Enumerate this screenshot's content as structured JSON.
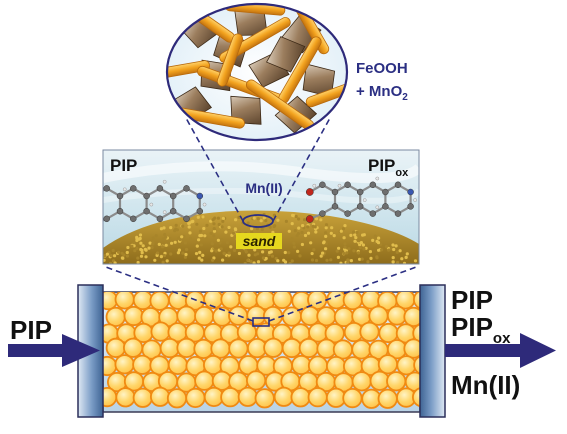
{
  "labels": {
    "inlet": "PIP",
    "outlet_1": "PIP",
    "outlet_2": "PIP",
    "outlet_2_sub": "ox",
    "outlet_3": "Mn(II)",
    "zoom_left": "PIP",
    "zoom_right": "PIP",
    "zoom_right_sub": "ox",
    "zoom_center": "Mn(II)",
    "sand": "sand",
    "coating_line1": "FeOOH",
    "coating_line2_prefix": "+ MnO",
    "coating_line2_sub": "2"
  },
  "colors": {
    "arrow": "#2e2a7a",
    "text_blue": "#2b2f83",
    "grain_fill": "#ffd66a",
    "grain_edge": "#f08a12",
    "column_bg": "#cfe3ef",
    "endcap": "#5c86b4",
    "rod": "#f2a21e",
    "plate": "#8a6f52"
  },
  "icons": {
    "inlet_arrow": "arrow-right-icon",
    "outlet_arrow": "arrow-right-icon"
  }
}
